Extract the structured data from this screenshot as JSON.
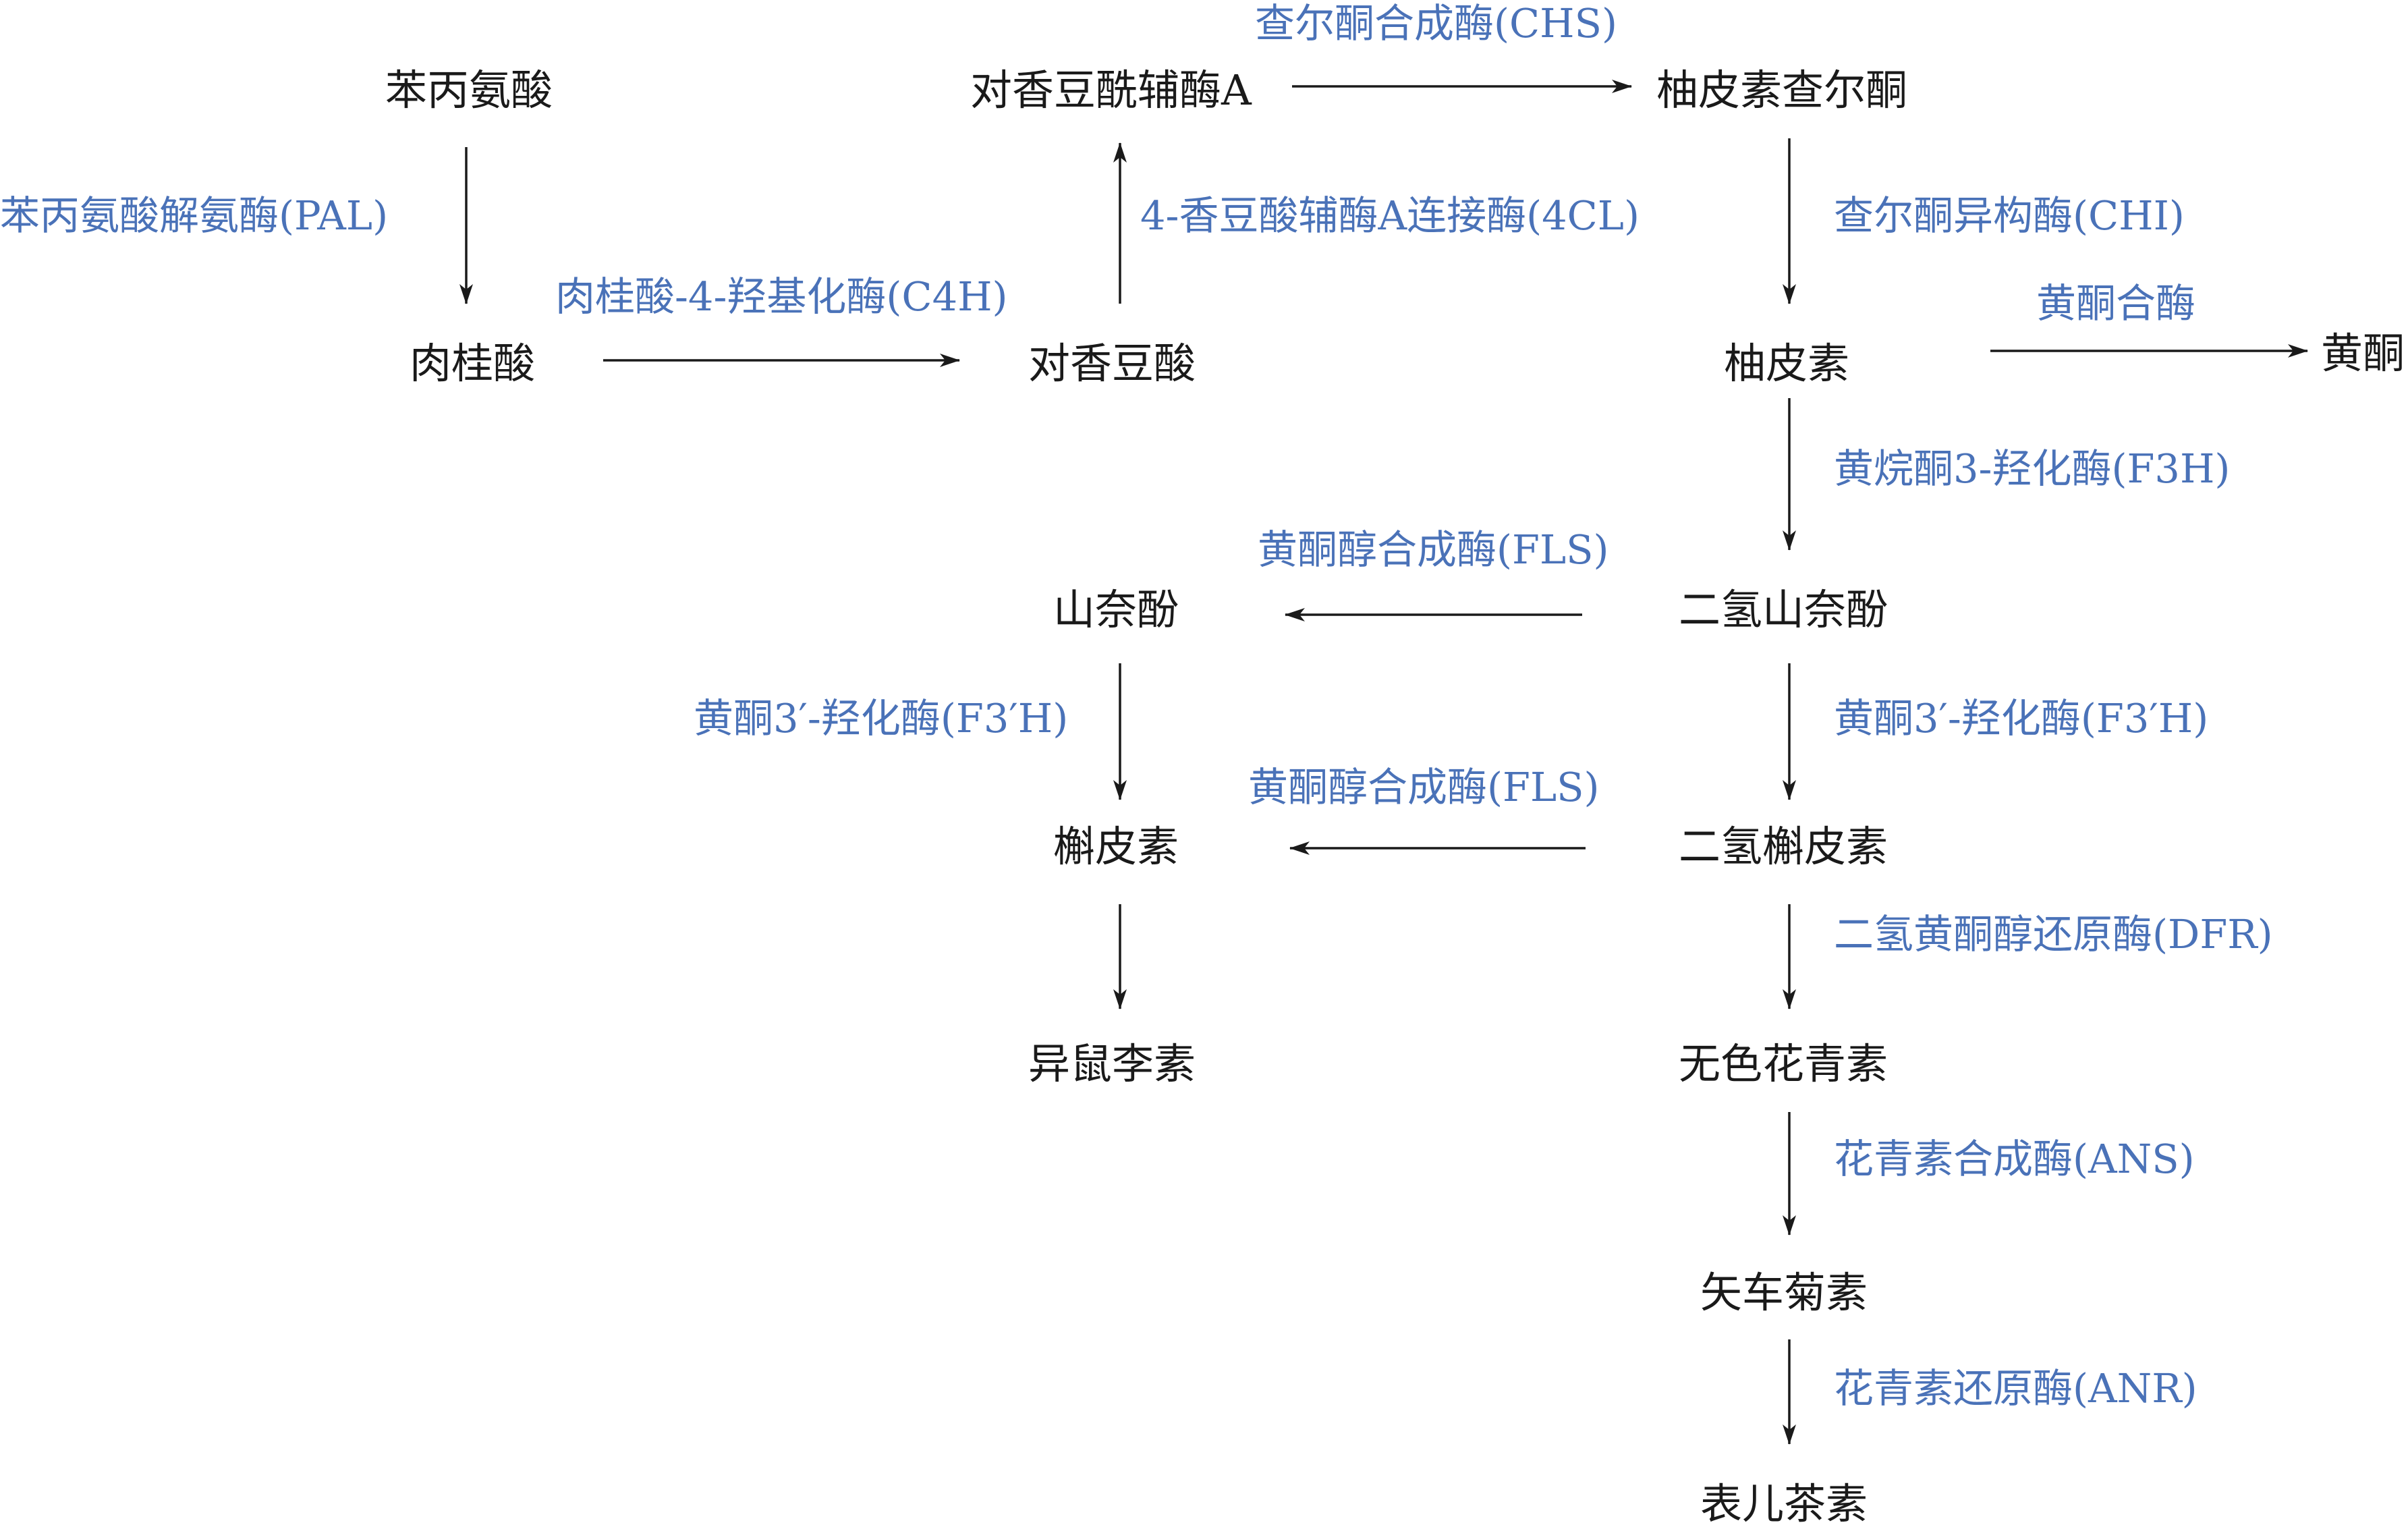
{
  "colors": {
    "node": "#1a1a1a",
    "enzyme": "#4a72b8",
    "arrow": "#1a1a1a"
  },
  "nodes": {
    "phenylalanine": "苯丙氨酸",
    "cinnamic_acid": "肉桂酸",
    "p_coumaric_acid": "对香豆酸",
    "p_coumaroyl_coa": "对香豆酰辅酶A",
    "naringenin_chalcone": "柚皮素查尔酮",
    "naringenin": "柚皮素",
    "flavone": "黄酮",
    "dihydrokaempferol": "二氢山奈酚",
    "kaempferol": "山奈酚",
    "dihydroquercetin": "二氢槲皮素",
    "quercetin": "槲皮素",
    "isorhamnetin": "异鼠李素",
    "leucoanthocyanidin": "无色花青素",
    "cyanidin": "矢车菊素",
    "epicatechin": "表儿茶素"
  },
  "enzymes": {
    "pal": "苯丙氨酸解氨酶(PAL)",
    "c4h": "肉桂酸-4-羟基化酶(C4H)",
    "fourcl": "4-香豆酸辅酶A连接酶(4CL)",
    "chs": "查尔酮合成酶(CHS)",
    "chi": "查尔酮异构酶(CHI)",
    "fns": "黄酮合酶",
    "f3h": "黄烷酮3-羟化酶(F3H)",
    "fls_1": "黄酮醇合成酶(FLS)",
    "f3ph_left": "黄酮3′-羟化酶(F3′H)",
    "f3ph_right": "黄酮3′-羟化酶(F3′H)",
    "fls_2": "黄酮醇合成酶(FLS)",
    "dfr": "二氢黄酮醇还原酶(DFR)",
    "ans": "花青素合成酶(ANS)",
    "anr": "花青素还原酶(ANR)"
  }
}
